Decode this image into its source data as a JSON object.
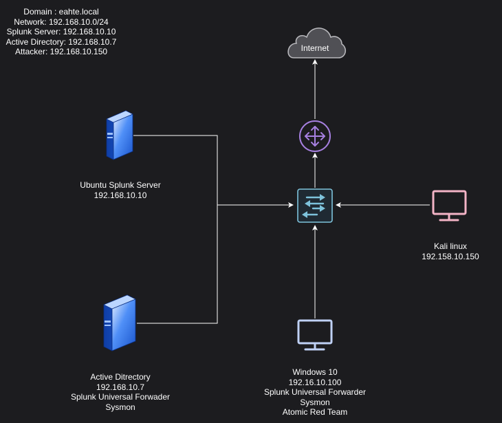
{
  "network_info": {
    "domain": "Domain : eahte.local",
    "network": "Network: 192.168.10.0/24",
    "splunk_server": "Splunk Server: 192.168.10.10",
    "active_directory": "Active Directory: 192.168.10.7",
    "attacker": "Attacker: 192.168.10.150"
  },
  "internet": {
    "label": "Internet",
    "icon": "cloud-icon"
  },
  "router": {
    "icon": "router-icon",
    "color": "#a680e0"
  },
  "switch": {
    "icon": "switch-icon",
    "color": "#7ec3dc"
  },
  "ubuntu_server": {
    "icon": "server-icon",
    "lines": [
      "Ubuntu Splunk Server",
      "192.168.10.10"
    ]
  },
  "active_directory": {
    "icon": "server-icon",
    "lines": [
      "Active Ditrectory",
      "192.168.10.7",
      "Splunk Universal Forwader",
      "Sysmon"
    ]
  },
  "kali": {
    "icon": "monitor-icon",
    "color": "#f3b3c6",
    "lines": [
      "Kali linux",
      "192.158.10.150"
    ]
  },
  "windows": {
    "icon": "monitor-icon",
    "color": "#bfd1f5",
    "lines": [
      "Windows 10",
      "192.16.10.100",
      "Splunk Universal Forwarder",
      "Sysmon",
      "Atomic Red Team"
    ]
  }
}
